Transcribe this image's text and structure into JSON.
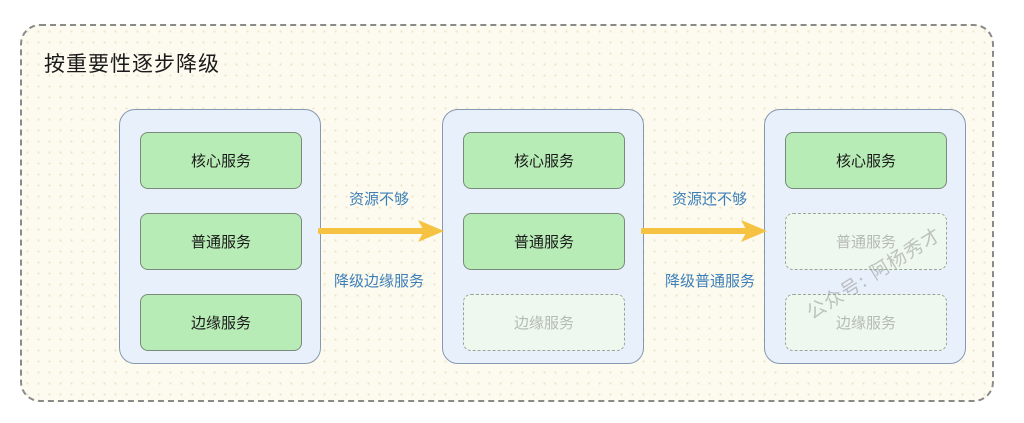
{
  "title": "按重要性逐步降级",
  "stages": [
    {
      "services": [
        {
          "label": "核心服务",
          "state": "active"
        },
        {
          "label": "普通服务",
          "state": "active"
        },
        {
          "label": "边缘服务",
          "state": "active"
        }
      ]
    },
    {
      "services": [
        {
          "label": "核心服务",
          "state": "active"
        },
        {
          "label": "普通服务",
          "state": "active"
        },
        {
          "label": "边缘服务",
          "state": "degraded"
        }
      ]
    },
    {
      "services": [
        {
          "label": "核心服务",
          "state": "active"
        },
        {
          "label": "普通服务",
          "state": "degraded"
        },
        {
          "label": "边缘服务",
          "state": "degraded"
        }
      ]
    }
  ],
  "transitions": [
    {
      "condition": "资源不够",
      "action": "降级边缘服务"
    },
    {
      "condition": "资源还不够",
      "action": "降级普通服务"
    }
  ],
  "watermark": "公众号: 阿杨秀才",
  "colors": {
    "arrow": "#f5c242",
    "label": "#3d7fb7",
    "active": "#b8ecb6",
    "stage": "#e7f0fb"
  }
}
